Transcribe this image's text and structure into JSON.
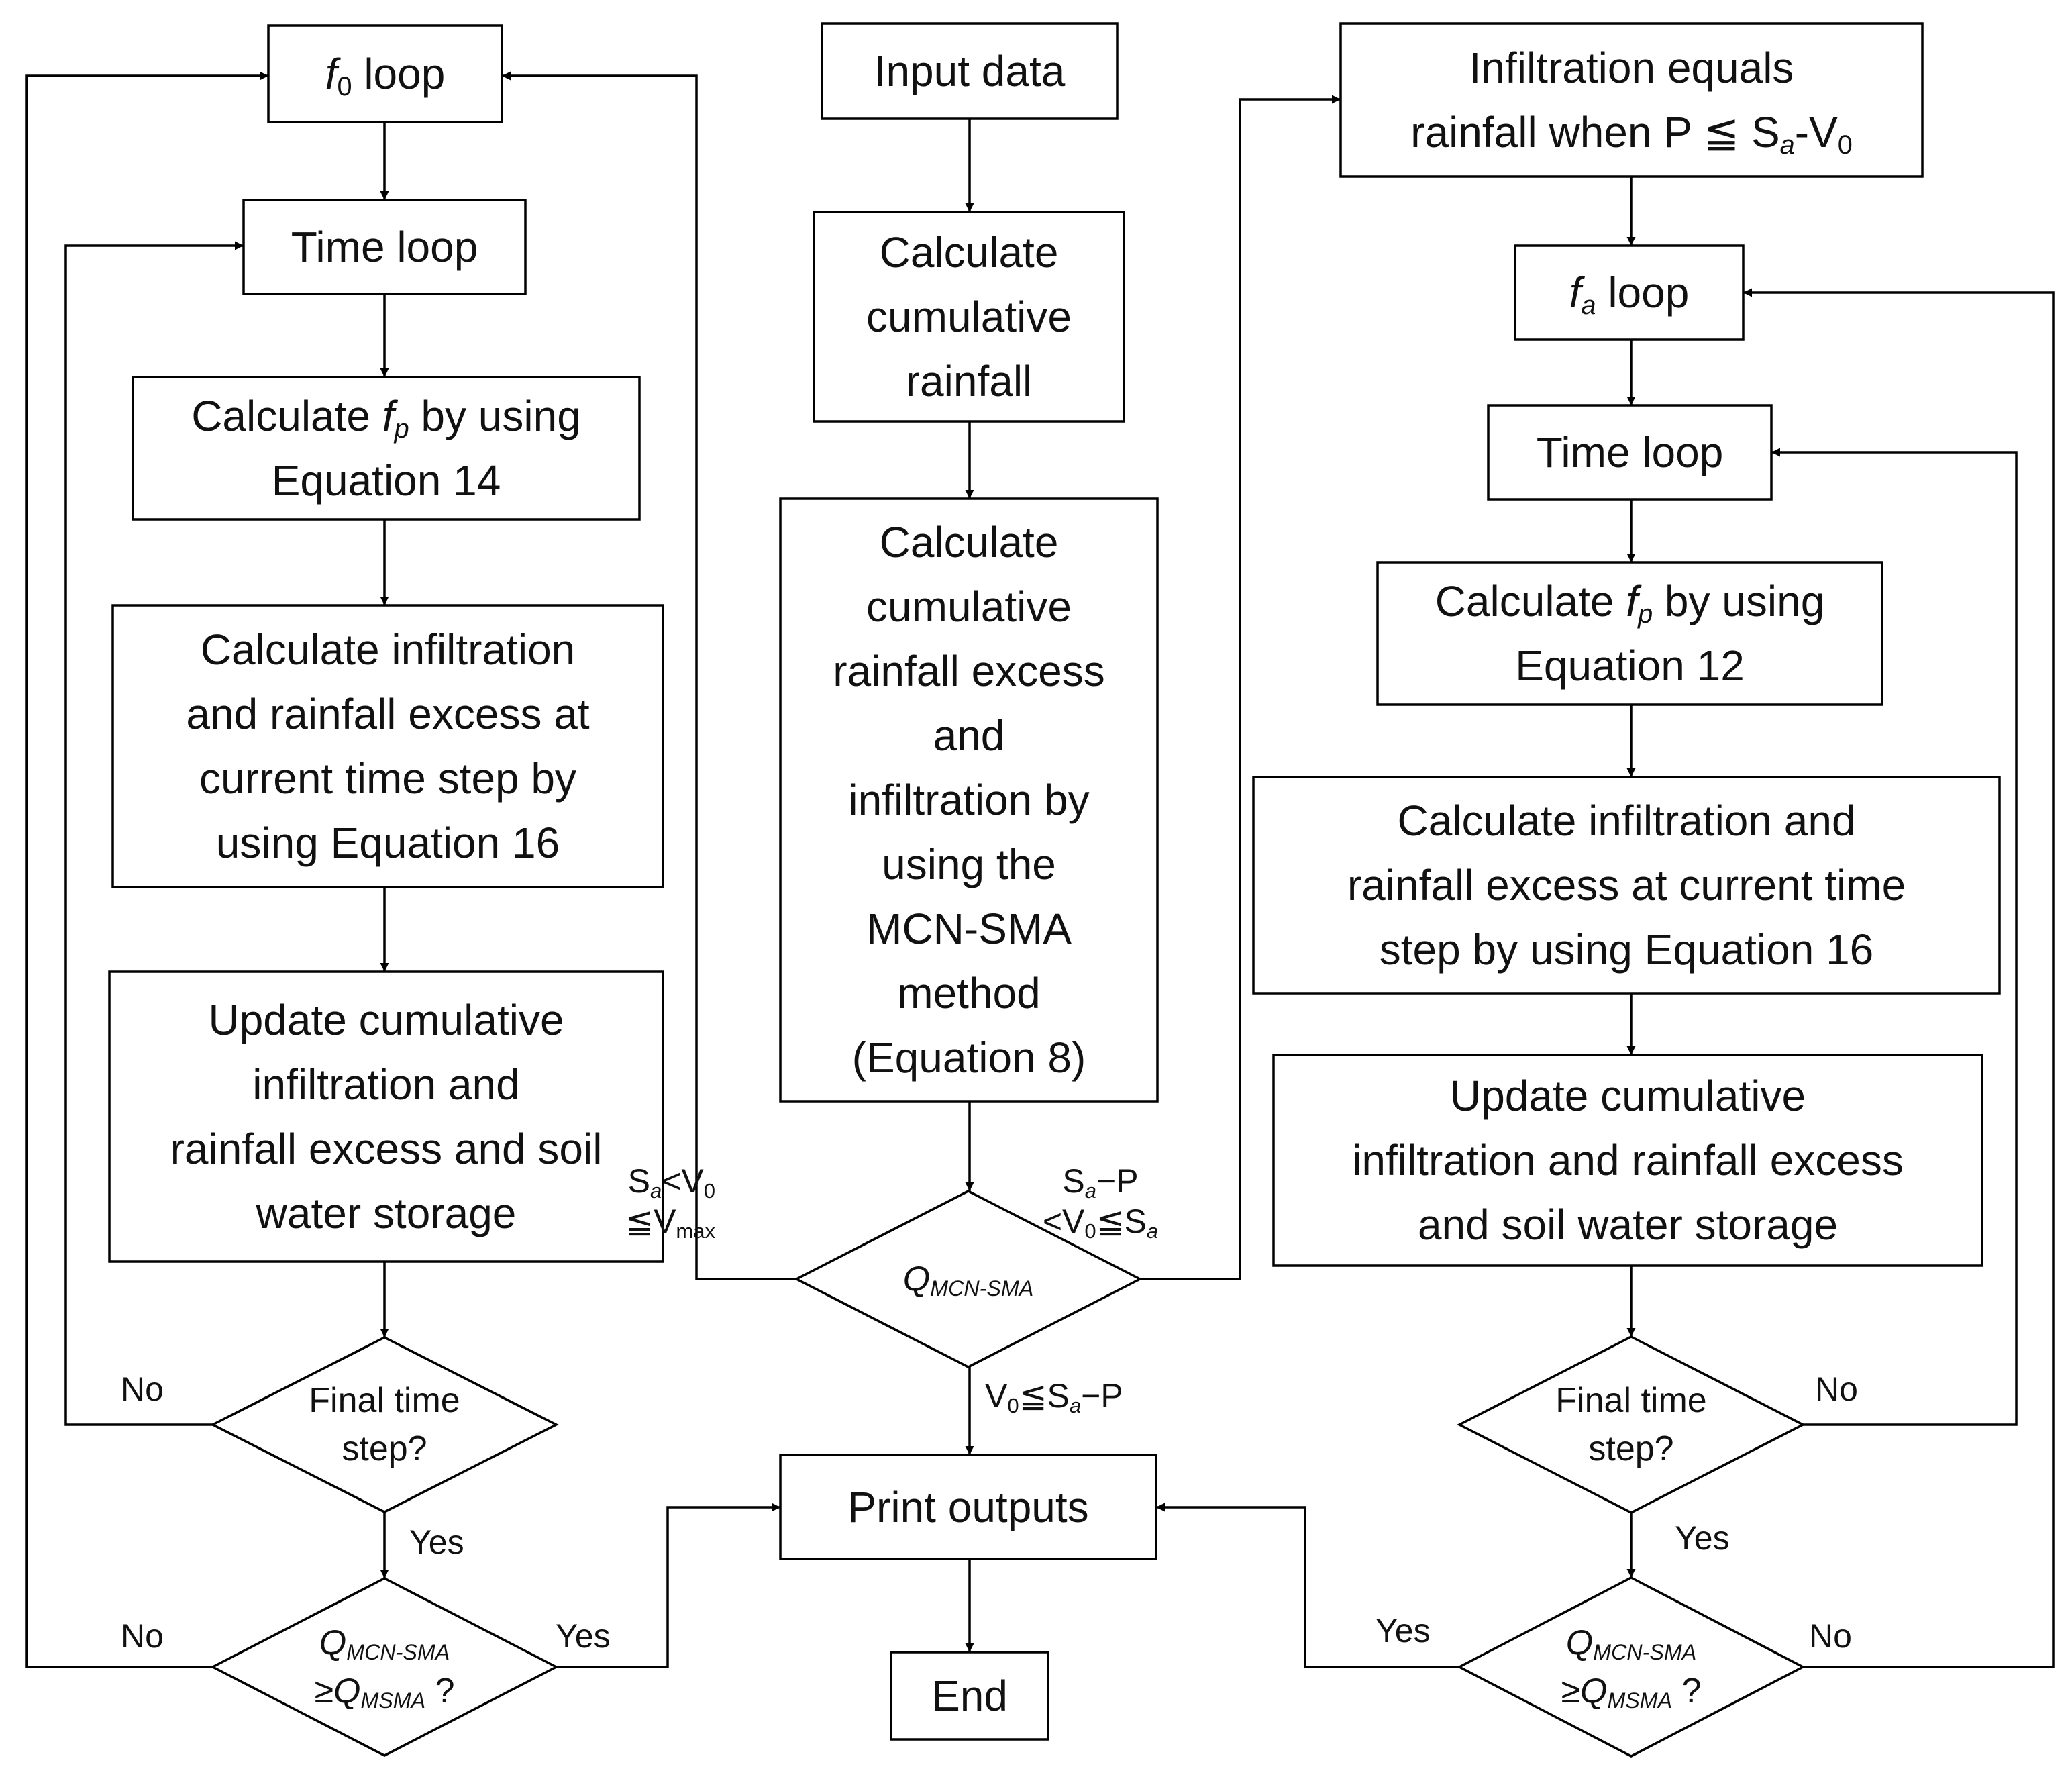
{
  "diagram": {
    "nodes": {
      "input": [
        "Input data"
      ],
      "calc_cum_rain": [
        "Calculate",
        "cumulative",
        "rainfall"
      ],
      "calc_mcn": [
        "Calculate",
        "cumulative",
        "rainfall excess",
        "and",
        "infiltration by",
        "using the",
        "MCN-SMA",
        "method",
        "(Equation 8)"
      ],
      "q_mcn_sma": "Q{MCN-SMA}",
      "print": [
        "Print outputs"
      ],
      "end": [
        "End"
      ],
      "f0_loop": "f{0} loop",
      "time_left": [
        "Time loop"
      ],
      "calc_fp14": [
        "Calculate f{p} by using",
        "Equation 14"
      ],
      "calc_inf_left": [
        "Calculate infiltration",
        "and rainfall excess at",
        "current time step by",
        "using Equation 16"
      ],
      "update_left": [
        "Update cumulative",
        "infiltration and",
        "rainfall excess and soil",
        "water storage"
      ],
      "final_left": [
        "Final time",
        "step?"
      ],
      "qcomp_left": [
        "Q{MCN-SMA}",
        "≥Q{MSMA} ?"
      ],
      "infil_equals": [
        "Infiltration equals",
        "rainfall when P ≦ S{a}-V{0}"
      ],
      "fa_loop": "f{a} loop",
      "time_right": [
        "Time loop"
      ],
      "calc_fp12": [
        "Calculate f{p} by using",
        "Equation 12"
      ],
      "calc_inf_right": [
        "Calculate infiltration and",
        "rainfall excess at current time",
        "step by using Equation 16"
      ],
      "update_right": [
        "Update cumulative",
        "infiltration and rainfall excess",
        "and soil water storage"
      ],
      "final_right": [
        "Final time",
        "step?"
      ],
      "qcomp_right": [
        "Q{MCN-SMA}",
        "≥Q{MSMA} ?"
      ]
    },
    "edge_labels": {
      "cond_left": [
        "S{a}<V{0}",
        "≦V{max}"
      ],
      "cond_right": [
        "S{a}−P",
        "<V{0}≦S{a}"
      ],
      "cond_down": "V{0}≦S{a}−P",
      "no_final_left": "No",
      "yes_final_left": "Yes",
      "no_q_left": "No",
      "yes_q_left": "Yes",
      "no_final_right": "No",
      "yes_final_right": "Yes",
      "yes_q_right": "Yes",
      "no_q_right": "No"
    },
    "italic_tokens": [
      "f",
      "Q",
      "MCN-SMA",
      "MSMA",
      "p",
      "a"
    ]
  }
}
